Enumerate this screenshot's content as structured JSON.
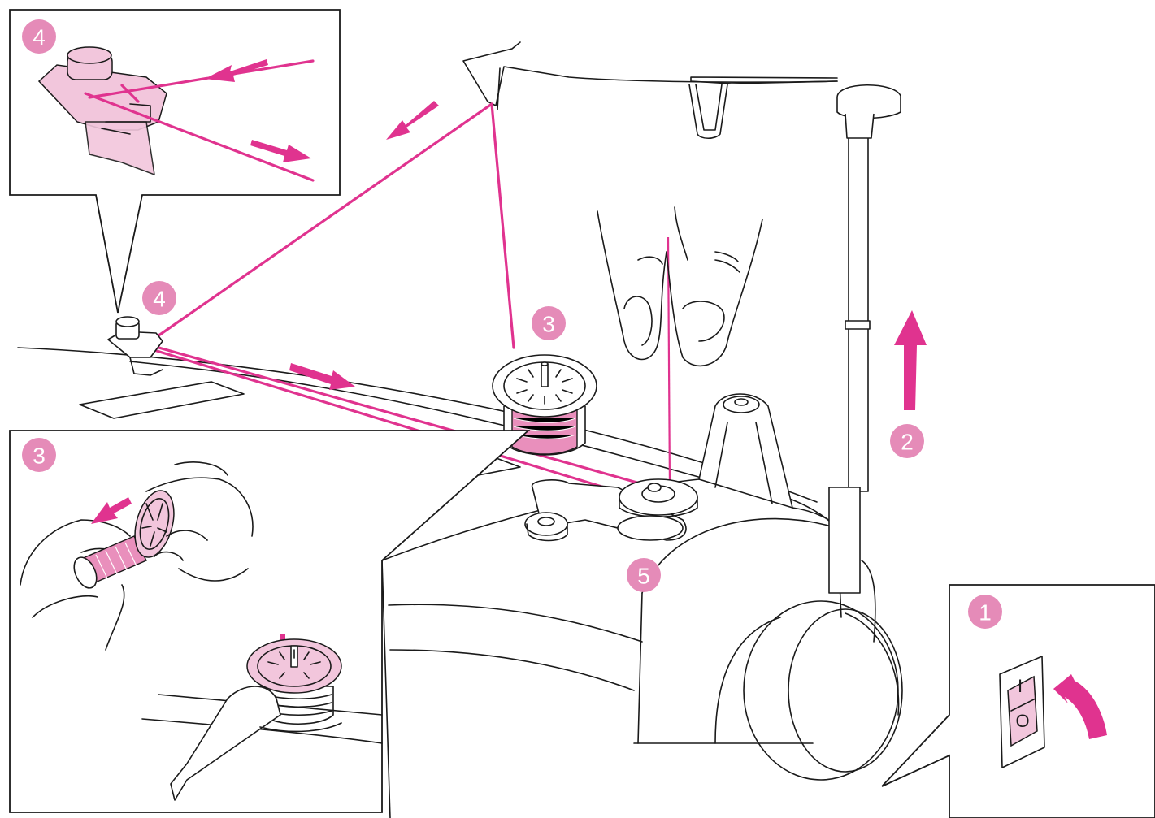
{
  "figure": {
    "colors": {
      "thread": "#e0338f",
      "arrow": "#e0338f",
      "badge": "#e58bb8",
      "pink_light": "#f2c6dc",
      "line": "#1a1a1a",
      "background": "#ffffff"
    },
    "steps": {
      "step1": "1",
      "step2": "2",
      "step3": "3",
      "step4": "4",
      "step5": "5"
    },
    "power_switch": {
      "on_mark": "I",
      "off_mark": "O"
    },
    "icons": [
      "power-switch-icon",
      "arrow-icon",
      "spool-icon",
      "thread-guide-icon",
      "bobbin-winder-icon",
      "hand-icon"
    ]
  }
}
